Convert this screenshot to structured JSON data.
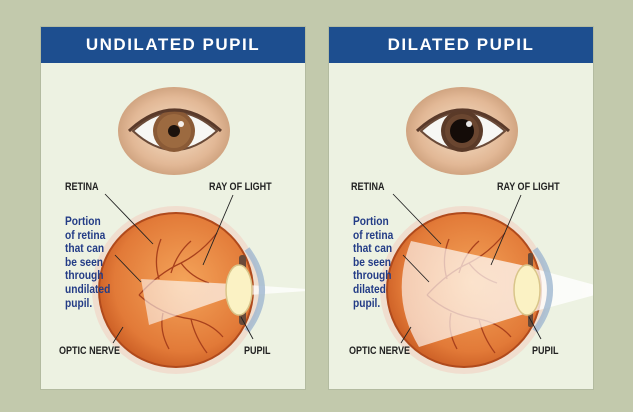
{
  "colors": {
    "background": "#c2c9ac",
    "panel": "#edf2e2",
    "header": "#1d4e8f",
    "description_text": "#233c86",
    "iris": "#8a5a36",
    "eyeball": "#e0793a"
  },
  "panels": [
    {
      "title": "UNDILATED PUPIL",
      "labels": {
        "retina": "RETINA",
        "ray_of_light": "RAY OF LIGHT",
        "optic_nerve": "OPTIC NERVE",
        "pupil": "PUPIL"
      },
      "description_lines": [
        "Portion",
        "of retina",
        "that can",
        "be seen",
        "through",
        "undilated",
        "pupil."
      ]
    },
    {
      "title": "DILATED PUPIL",
      "labels": {
        "retina": "RETINA",
        "ray_of_light": "RAY OF LIGHT",
        "optic_nerve": "OPTIC NERVE",
        "pupil": "PUPIL"
      },
      "description_lines": [
        "Portion",
        "of retina",
        "that can",
        "be seen",
        "through",
        "dilated",
        "pupil."
      ]
    }
  ]
}
